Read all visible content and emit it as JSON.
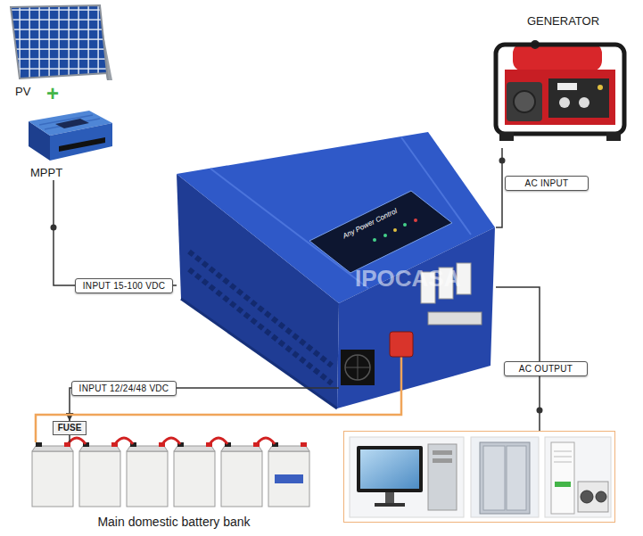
{
  "diagram": {
    "nodes": [
      {
        "text": [
          "PV"
        ]
      },
      {
        "text": [
          "MPPT"
        ]
      },
      {
        "text": [
          "GENERATOR"
        ]
      },
      {
        "text": [
          "Any Power Control"
        ]
      },
      {
        "text": [
          "FUSE"
        ]
      },
      {
        "text": [
          "Main domestic battery bank"
        ]
      },
      {
        "text": []
      }
    ],
    "edges": [
      {
        "from": 2,
        "to": 3,
        "label": "AC INPUT",
        "arrow": "none"
      },
      {
        "from": 1,
        "to": 3,
        "label": "INPUT 15-100 VDC",
        "arrow": "none"
      },
      {
        "from": 3,
        "to": 6,
        "label": "AC OUTPUT",
        "arrow": "none"
      },
      {
        "from": 3,
        "to": 4,
        "label": "INPUT 12/24/48 VDC",
        "arrow": "to"
      },
      {
        "from": 4,
        "to": 5,
        "arrow": "none"
      },
      {
        "from": 5,
        "to": 3,
        "arrow": "none"
      }
    ],
    "labels": [
      "+",
      "IPOCASA"
    ]
  }
}
